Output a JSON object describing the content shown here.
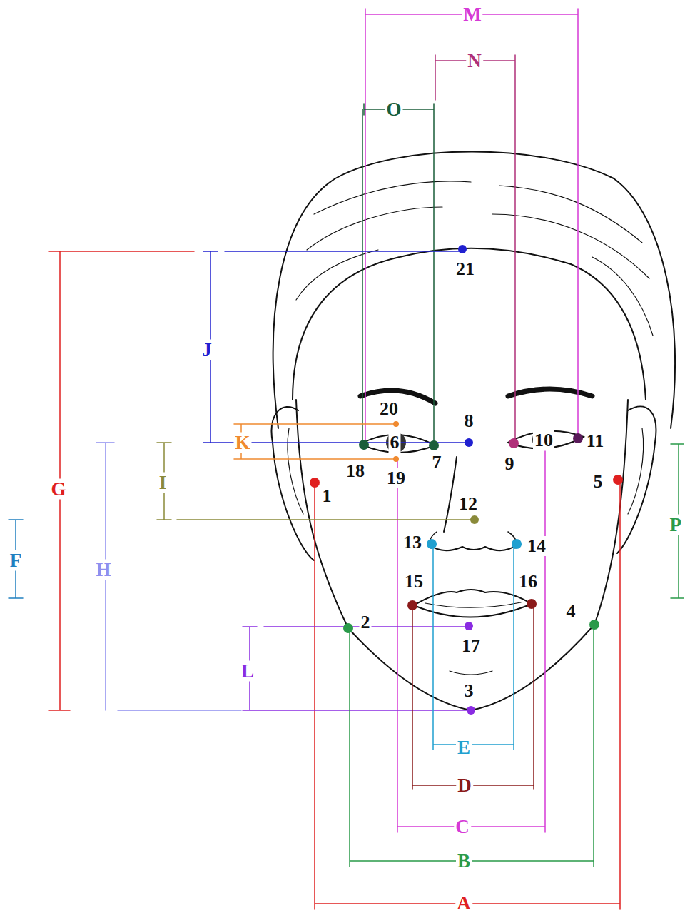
{
  "diagram": {
    "labels": [
      "M",
      "N",
      "O",
      "21",
      "J",
      "G",
      "20",
      "8",
      "K",
      "6",
      "I",
      "18",
      "19",
      "7",
      "9",
      "10",
      "11",
      "1",
      "5",
      "12",
      "H",
      "F",
      "P",
      "13",
      "14",
      "15",
      "16",
      "2",
      "4",
      "17",
      "L",
      "3",
      "E",
      "D",
      "C",
      "B",
      "A"
    ]
  }
}
